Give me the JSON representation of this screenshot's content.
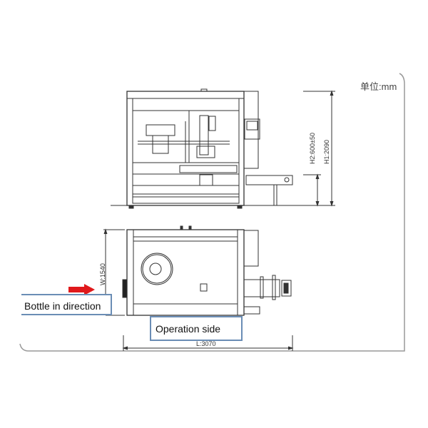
{
  "unit_label": "单位:mm",
  "front_view": {
    "h1_label": "H1:2090",
    "h2_label": "H2:600±50"
  },
  "top_view": {
    "w_label": "W:1540",
    "l_label": "L:3070"
  },
  "callouts": {
    "bottle_in": "Bottle in direction",
    "operation_side": "Operation side"
  },
  "colors": {
    "arrow": "#e0191b",
    "callout_border": "#6a8db5",
    "line": "#333333"
  }
}
